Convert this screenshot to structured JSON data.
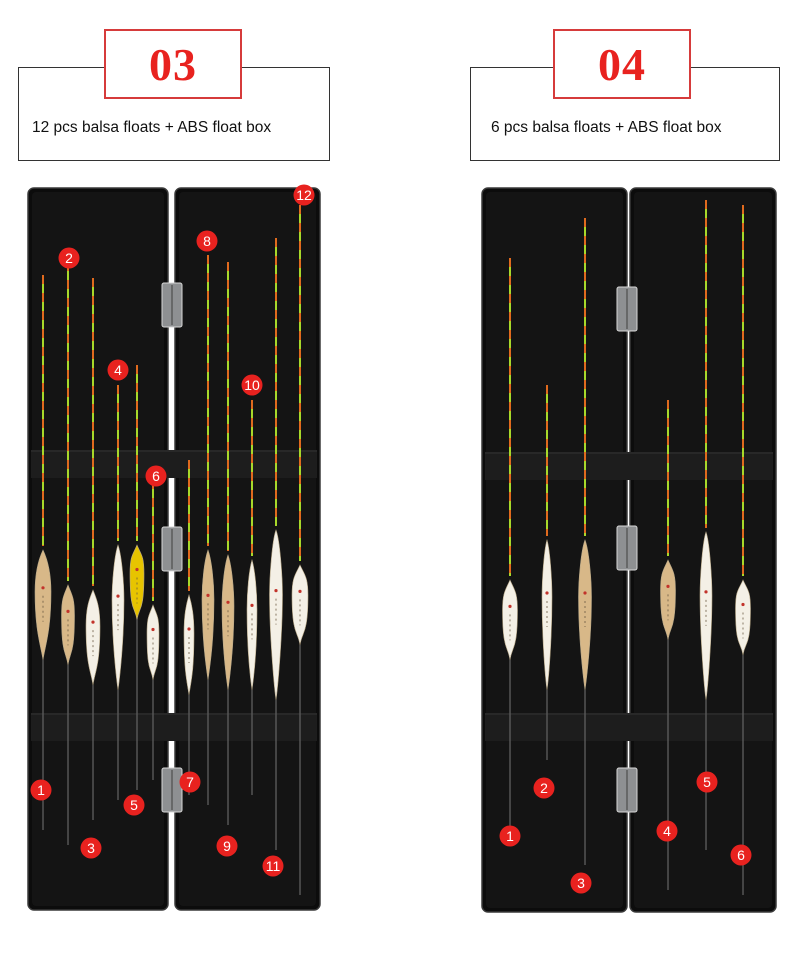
{
  "panels": [
    {
      "code": "03",
      "caption": "12 pcs balsa floats + ABS float box",
      "float_count": 12,
      "labels": [
        "1",
        "2",
        "3",
        "4",
        "5",
        "6",
        "7",
        "8",
        "9",
        "10",
        "11",
        "12"
      ]
    },
    {
      "code": "04",
      "caption": "6 pcs balsa floats + ABS float box",
      "float_count": 6,
      "labels": [
        "1",
        "2",
        "3",
        "4",
        "5",
        "6"
      ]
    }
  ],
  "colors": {
    "accent_red": "#e8221f",
    "box_black": "#0c0c0c",
    "strap": "#1d1d1d",
    "tip_orange": "#e06a1e",
    "tip_green": "#a8d82a",
    "float_white": "#f4f0e6",
    "float_wood": "#d8b888"
  }
}
